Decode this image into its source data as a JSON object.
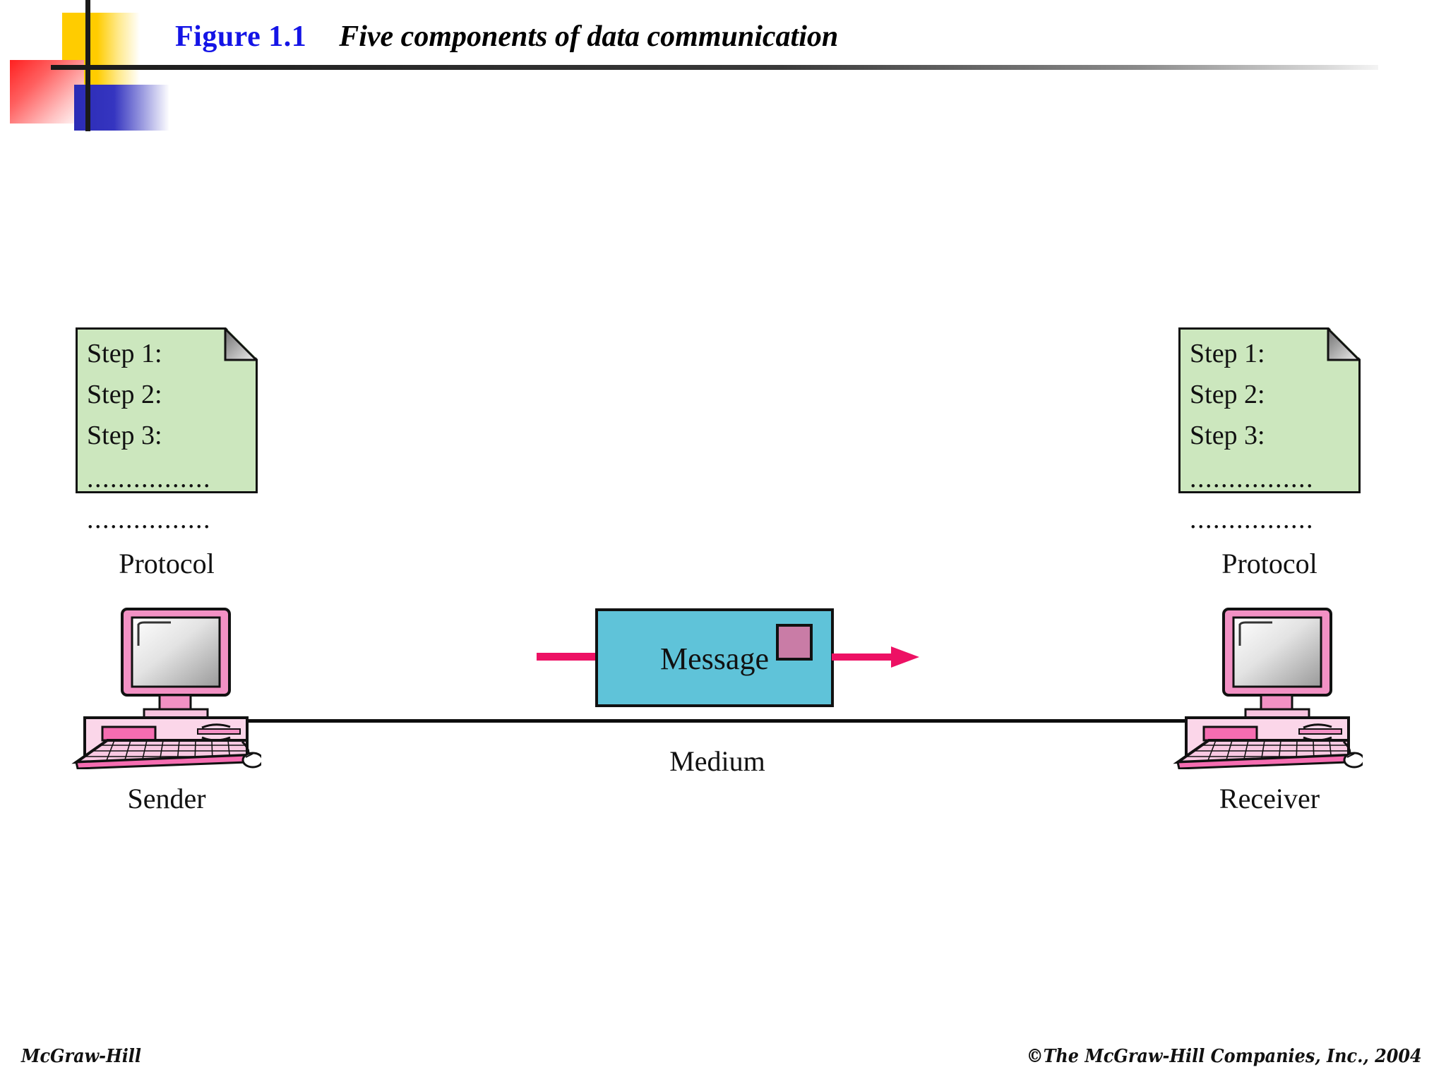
{
  "slide": {
    "figure_label": "Figure 1.1",
    "figure_caption": "Five components of data communication",
    "title_color": "#1414E6"
  },
  "diagram": {
    "protocol_document_left": {
      "steps": [
        "Step 1:",
        "Step 2:",
        "Step 3:"
      ],
      "dotted_line_1": "................",
      "dotted_line_2": "................",
      "caption": "Protocol",
      "fill_color": "#CCE7BE"
    },
    "protocol_document_right": {
      "steps": [
        "Step 1:",
        "Step 2:",
        "Step 3:"
      ],
      "dotted_line_1": "................",
      "dotted_line_2": "................",
      "caption": "Protocol",
      "fill_color": "#CCE7BE"
    },
    "sender": {
      "caption": "Sender",
      "color": "#F5BEDC"
    },
    "receiver": {
      "caption": "Receiver",
      "color": "#F5BEDC"
    },
    "message": {
      "label": "Message",
      "fill_color": "#5FC3D9",
      "stamp_color": "#C97CA6",
      "arrow_color": "#ED1164"
    },
    "medium": {
      "caption": "Medium",
      "line_color": "#0d0d0d"
    }
  },
  "footer": {
    "left": "McGraw-Hill",
    "right": "©The McGraw-Hill Companies, Inc., 2004"
  }
}
